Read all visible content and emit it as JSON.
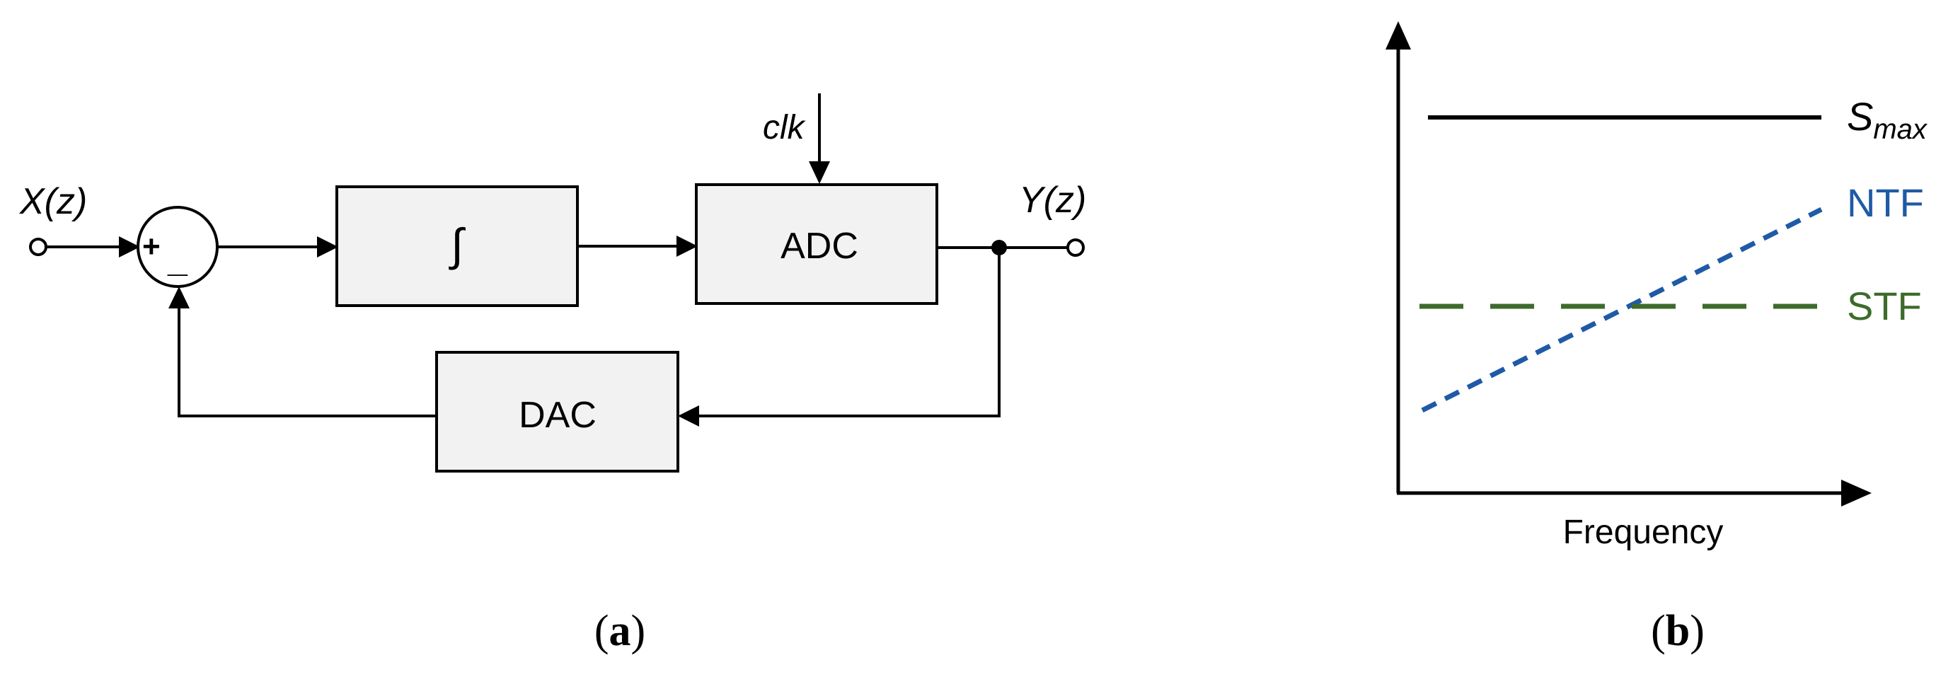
{
  "panel_a": {
    "caption_open": "(",
    "caption_letter": "a",
    "caption_close": ")",
    "input_label": "X(z)",
    "output_label": "Y(z)",
    "clock_label": "clk",
    "sum_plus": "+",
    "sum_minus": "_",
    "integrator_label": "∫",
    "adc_label": "ADC",
    "dac_label": "DAC"
  },
  "panel_b": {
    "caption_open": "(",
    "caption_letter": "b",
    "caption_close": ")",
    "xlabel": "Frequency",
    "smax_main": "S",
    "smax_sub": "max",
    "ntf_label": "NTF",
    "stf_label": "STF",
    "colors": {
      "smax": "#000000",
      "ntf": "#1f5aa6",
      "stf": "#3d6b2c"
    }
  }
}
